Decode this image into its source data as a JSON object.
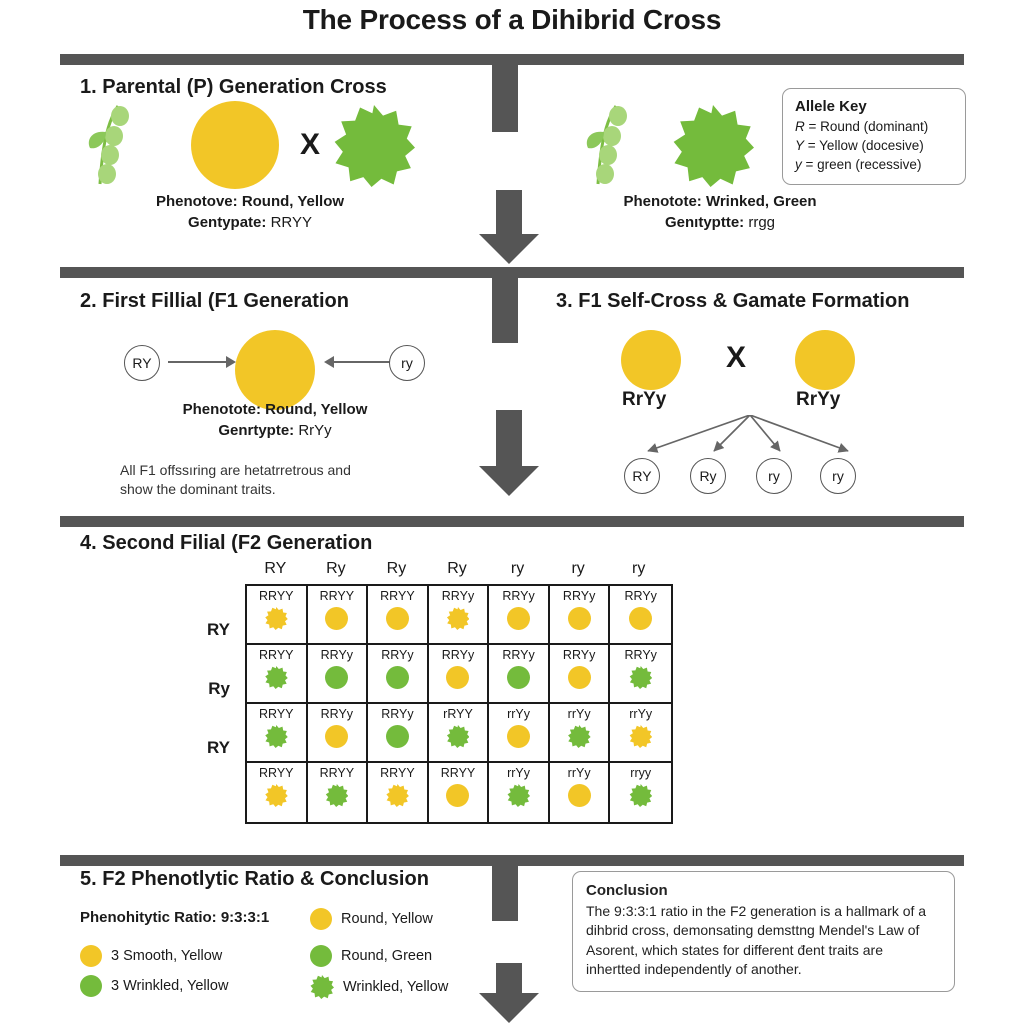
{
  "title": "The Process of a Dihibrid Cross",
  "colors": {
    "yellow": "#F2C627",
    "green": "#74BB3C",
    "bar_gray": "#555555",
    "box_border": "#9a9a9a"
  },
  "section1": {
    "heading": "1. Parental (P) Generation Cross",
    "left_parent": {
      "seed_icon": "yellow-circle-seed",
      "plant_icon": "pea-plant-sprig",
      "mate_icon": "green-star-seed",
      "cross_symbol": "X",
      "phenotype_label": "Phenotove:",
      "phenotype_value": "Round, Yellow",
      "genotype_label": "Gentypate:",
      "genotype_value": "RRYY"
    },
    "right_parent": {
      "plant_icon": "pea-plant-sprig",
      "seed_icon": "green-star-seed",
      "phenotype_label": "Phenotote:",
      "phenotype_value": "Wrinked, Green",
      "genotype_label": "Genıtyptte:",
      "genotype_value": "rrgg"
    },
    "allele_key": {
      "title": "Allele Key",
      "lines": [
        {
          "symbol": "R",
          "text": "= Round (dominant)"
        },
        {
          "symbol": "Y",
          "text": "= Yellow (docesive)"
        },
        {
          "symbol": "y",
          "text": "= green (recessive)"
        }
      ]
    }
  },
  "section2": {
    "heading": "2. First Fillial (F1 Generation",
    "left_gamete": "RY",
    "right_gamete": "ry",
    "offspring_icon": "yellow-circle-seed",
    "phenotype_label": "Phenotote:",
    "phenotype_value": "Round, Yellow",
    "genotype_label": "Genrtypte:",
    "genotype_value": "RrYy",
    "note_line1": "All F1 offssıring are hetatrretrous and",
    "note_line2": "show the dominant traits."
  },
  "section3": {
    "heading": "3. F1 Self-Cross & Gamate Formation",
    "left_parent_genotype": "RrYy",
    "right_parent_genotype": "RrYy",
    "cross_symbol": "X",
    "gametes": [
      "RY",
      "Ry",
      "ry",
      "ry"
    ]
  },
  "section4": {
    "heading": "4. Second Filial (F2 Generation",
    "col_headers": [
      "RY",
      "Ry",
      "Ry",
      "Ry",
      "ry",
      "ry",
      "ry"
    ],
    "row_headers": [
      "RY",
      "Ry",
      "RY",
      ""
    ],
    "grid": [
      [
        {
          "genotype": "RRYY",
          "icon": "star",
          "color": "yellow"
        },
        {
          "genotype": "RRYY",
          "icon": "circle",
          "color": "yellow"
        },
        {
          "genotype": "RRYY",
          "icon": "circle",
          "color": "yellow"
        },
        {
          "genotype": "RRYy",
          "icon": "star",
          "color": "yellow"
        },
        {
          "genotype": "RRYy",
          "icon": "circle",
          "color": "yellow"
        },
        {
          "genotype": "RRYy",
          "icon": "circle",
          "color": "yellow"
        },
        {
          "genotype": "RRYy",
          "icon": "circle",
          "color": "yellow"
        }
      ],
      [
        {
          "genotype": "RRYY",
          "icon": "star",
          "color": "green"
        },
        {
          "genotype": "RRYy",
          "icon": "circle",
          "color": "green"
        },
        {
          "genotype": "RRYy",
          "icon": "circle",
          "color": "green"
        },
        {
          "genotype": "RRYy",
          "icon": "circle",
          "color": "yellow"
        },
        {
          "genotype": "RRYy",
          "icon": "circle",
          "color": "green"
        },
        {
          "genotype": "RRYy",
          "icon": "circle",
          "color": "yellow"
        },
        {
          "genotype": "RRYy",
          "icon": "star",
          "color": "green"
        }
      ],
      [
        {
          "genotype": "RRYY",
          "icon": "star",
          "color": "green"
        },
        {
          "genotype": "RRYy",
          "icon": "circle",
          "color": "yellow"
        },
        {
          "genotype": "RRYy",
          "icon": "circle",
          "color": "green"
        },
        {
          "genotype": "rRYY",
          "icon": "star",
          "color": "green"
        },
        {
          "genotype": "rrYy",
          "icon": "circle",
          "color": "yellow"
        },
        {
          "genotype": "rrYy",
          "icon": "star",
          "color": "green"
        },
        {
          "genotype": "rrYy",
          "icon": "star",
          "color": "yellow"
        }
      ],
      [
        {
          "genotype": "RRYY",
          "icon": "star",
          "color": "yellow"
        },
        {
          "genotype": "RRYY",
          "icon": "star",
          "color": "green"
        },
        {
          "genotype": "RRYY",
          "icon": "star",
          "color": "yellow"
        },
        {
          "genotype": "RRYY",
          "icon": "circle",
          "color": "yellow"
        },
        {
          "genotype": "rrYy",
          "icon": "star",
          "color": "green"
        },
        {
          "genotype": "rrYy",
          "icon": "circle",
          "color": "yellow"
        },
        {
          "genotype": "rryy",
          "icon": "star",
          "color": "green"
        }
      ]
    ]
  },
  "section5": {
    "heading": "5. F2 Phenotlytic Ratio & Conclusion",
    "ratio_label": "Phenohitytic Ratio:",
    "ratio_value": "9:3:3:1",
    "legend": [
      {
        "icon": "circle",
        "color": "yellow",
        "label": "Round, Yellow"
      },
      {
        "icon": "circle",
        "color": "yellow",
        "label": "3 Smooth, Yellow"
      },
      {
        "icon": "circle",
        "color": "green",
        "label": "Round, Green"
      },
      {
        "icon": "circle",
        "color": "green",
        "label": "3 Wrinkled, Yellow"
      },
      {
        "icon": "star",
        "color": "green",
        "label": "Wrinkled, Yellow"
      }
    ],
    "conclusion": {
      "title": "Conclusion",
      "text": "The 9:3:3:1 ratio in the F2 generation is a hallmark of a dihbrid cross, demonsating demsttng Mendel's Law of Asorent, which states for different đent traits are inhertted independently of another."
    }
  }
}
